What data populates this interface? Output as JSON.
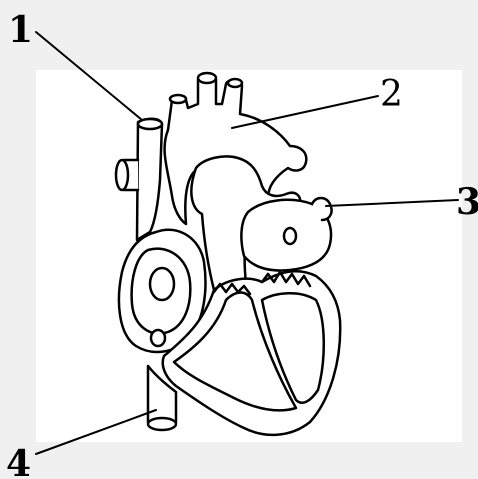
{
  "diagram": {
    "labels": [
      "1",
      "2",
      "3",
      "4"
    ],
    "colors": {
      "canvas": "#f0f0f0",
      "panel": "#ffffff",
      "line": "#000000"
    }
  }
}
